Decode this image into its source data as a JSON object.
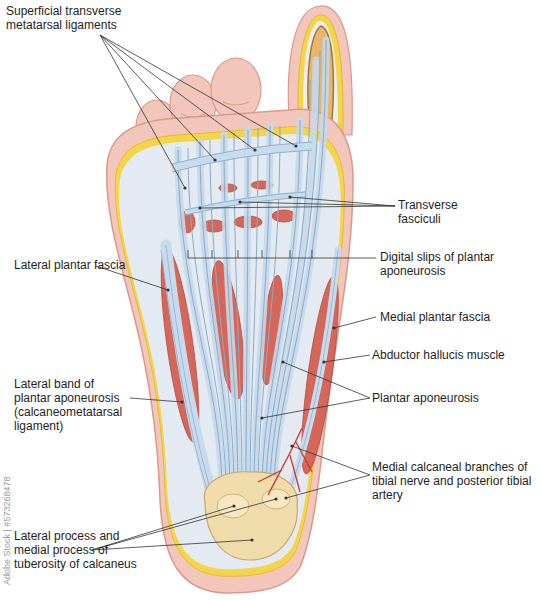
{
  "diagram": {
    "labels": [
      "Superficial transverse metatarsal ligaments",
      "Transverse fasciculi",
      "Lateral plantar fascia",
      "Digital slips of plantar aponeurosis",
      "Medial plantar fascia",
      "Abductor hallucis muscle",
      "Plantar aponeurosis",
      "Lateral band of plantar aponeurosis (calcaneometatarsal ligament)",
      "Medial calcaneal branches of tibial nerve and posterior tibial artery",
      "Lateral process and medial process of tuberosity of calcaneus",
      "Adobe Stock | #573268478"
    ]
  }
}
